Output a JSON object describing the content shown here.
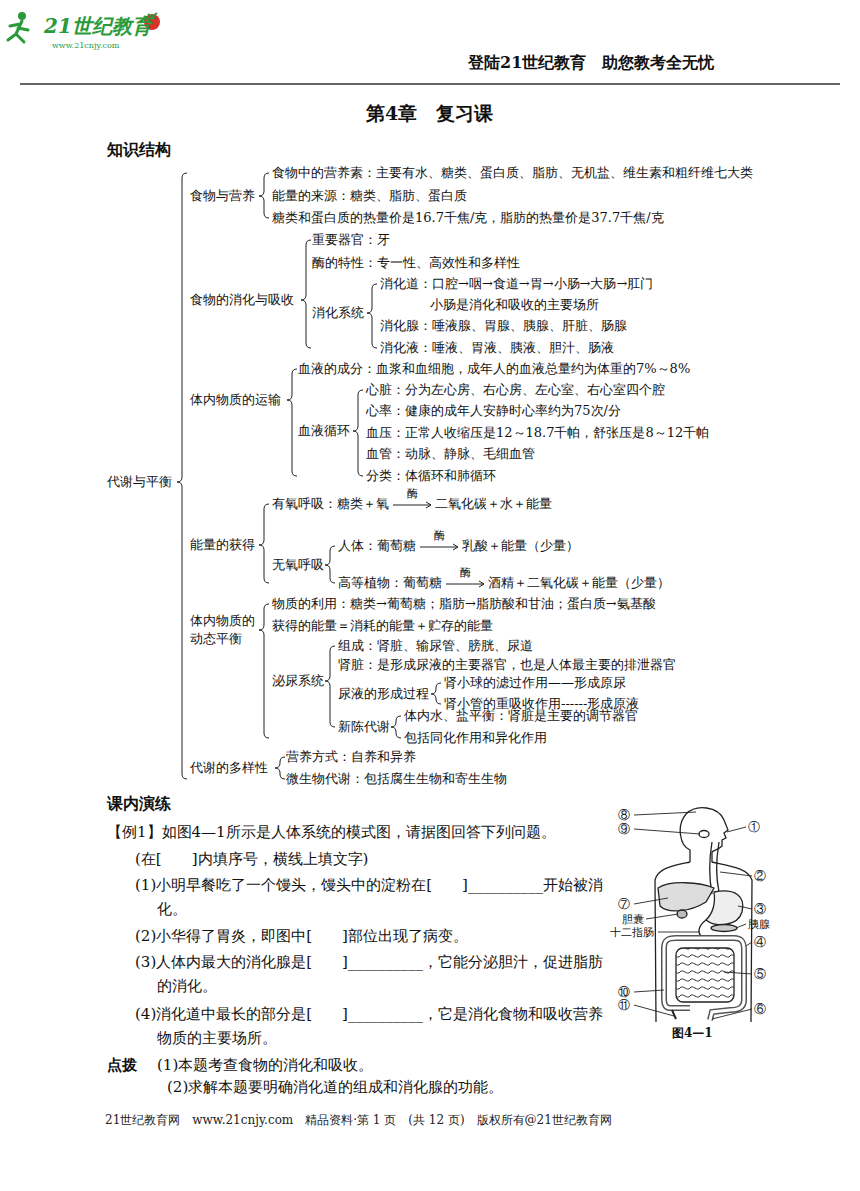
{
  "diagram": {
    "title": "第4章　复习课",
    "labels": [
      "21世纪教育",
      "www.21cnjy.com",
      "登陆21世纪教育　助您教考全无忧",
      "知识结构",
      "代谢与平衡",
      "食物与营养",
      "食物中的营养素：主要有水、糖类、蛋白质、脂肪、无机盐、维生素和粗纤维七大类",
      "能量的来源：糖类、脂肪、蛋白质",
      "糖类和蛋白质的热量价是16.7千焦/克，脂肪的热量价是37.7千焦/克",
      "食物的消化与吸收",
      "重要器官：牙",
      "酶的特性：专一性、高效性和多样性",
      "消化系统",
      "消化道：口腔→咽→食道→胃→小肠→大肠→肛门",
      "小肠是消化和吸收的主要场所",
      "消化腺：唾液腺、胃腺、胰腺、肝脏、肠腺",
      "消化液：唾液、胃液、胰液、胆汁、肠液",
      "体内物质的运输",
      "血液的成分：血浆和血细胞，成年人的血液总量约为体重的7%～8%",
      "血液循环",
      "心脏：分为左心房、右心房、左心室、右心室四个腔",
      "心率：健康的成年人安静时心率约为75次/分",
      "血压：正常人收缩压是12～18.7千帕，舒张压是8～12千帕",
      "血管：动脉、静脉、毛细血管",
      "分类：体循环和肺循环",
      "能量的获得",
      "有氧呼吸：糖类＋氧",
      "酶",
      "二氧化碳＋水＋能量",
      "无氧呼吸",
      "人体：葡萄糖",
      "酶",
      "乳酸＋能量（少量）",
      "高等植物：葡萄糖",
      "酶",
      "酒精＋二氧化碳＋能量（少量）",
      "体内物质的动态平衡",
      "物质的利用：糖类→葡萄糖；脂肪→脂肪酸和甘油；蛋白质→氨基酸",
      "获得的能量＝消耗的能量＋贮存的能量",
      "泌尿系统",
      "组成：肾脏、输尿管、膀胱、尿道",
      "肾脏：是形成尿液的主要器官，也是人体最主要的排泄器官",
      "尿液的形成过程",
      "肾小球的滤过作用——形成原尿",
      "肾小管的重吸收作用------形成原液",
      "新陈代谢",
      "体内水、盐平衡：肾脏是主要的调节器官",
      "包括同化作用和异化作用",
      "代谢的多样性",
      "营养方式：自养和异养",
      "微生物代谢：包括腐生生物和寄生生物",
      "课内演练",
      "【例1】如图4—1所示是人体系统的模式图，请据图回答下列问题。",
      "(在[　　]内填序号，横线上填文字)",
      "(1)小明早餐吃了一个馒头，馒头中的淀粉在[　　]__________开始被消化。",
      "(2)小华得了胃炎，即图中[　　]部位出现了病变。",
      "(3)人体内最大的消化腺是[　　]__________，它能分泌胆汁，促进脂肪的消化。",
      "(4)消化道中最长的部分是[　　]__________，它是消化食物和吸收营养物质的主要场所。",
      "点拨",
      "(1)本题考查食物的消化和吸收。",
      "(2)求解本题要明确消化道的组成和消化腺的功能。",
      "⑧",
      "⑨",
      "①",
      "②",
      "⑦",
      "③",
      "胆囊",
      "十二指肠",
      "胰腺",
      "④",
      "⑤",
      "⑩",
      "⑪",
      "⑥",
      "图4—1",
      "21世纪教育网　www.21cnjy.com　精品资料·第 1 页　(共 12 页)　版权所有@21世纪教育网"
    ]
  }
}
